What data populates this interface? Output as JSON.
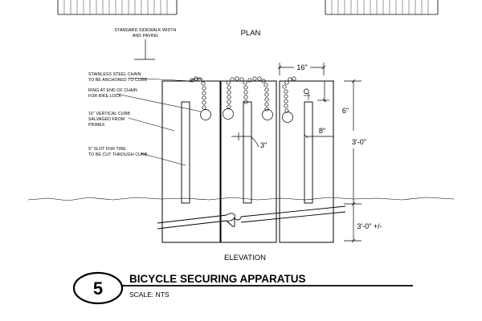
{
  "plan_label": "PLAN",
  "sidewalk_note_1": "STANDARD SIDEWALK WIDTH",
  "sidewalk_note_2": "AND PAVING",
  "notes": {
    "chain_1": "STAINLESS STEEL CHAIN",
    "chain_2": "TO BE ANCHORED TO CURB",
    "ring_1": "RING AT END OF CHAIN",
    "ring_2": "FOR BIKE LOCK",
    "curb_1": "16\" VERTICAL CURB",
    "curb_2": "SALVAGED FROM",
    "curb_3": "PRIMEX",
    "slot_1": "9\" SLOT FOR TIRE",
    "slot_2": "TO BE CUT THROUGH CURB"
  },
  "dimensions": {
    "width": "16\"",
    "centerline": "C",
    "offset": "6\"",
    "slot_offset": "8\"",
    "slot_width": "3\"",
    "height_above": "3'-0\"",
    "height_below": "3'-0\" +/-"
  },
  "elevation_label": "ELEVATION",
  "detail": {
    "number": "5",
    "title": "BICYCLE SECURING APPARATUS",
    "scale": "SCALE: NTS"
  }
}
